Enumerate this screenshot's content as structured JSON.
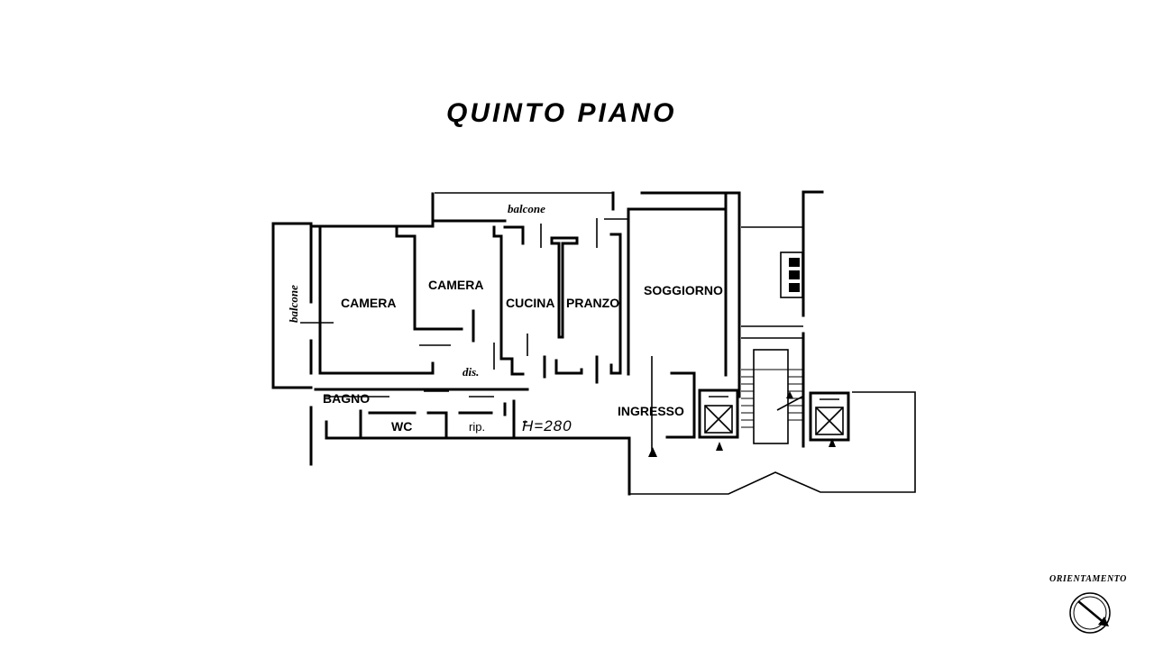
{
  "title": "QUINTO PIANO",
  "rooms": {
    "camera_1": "CAMERA",
    "camera_2": "CAMERA",
    "cucina": "CUCINA",
    "pranzo": "PRANZO",
    "soggiorno": "SOGGIORNO",
    "ingresso": "INGRESSO",
    "bagno": "BAGNO",
    "wc": "WC",
    "rip": "rip.",
    "dis": "dis."
  },
  "balcony_top": "balcone",
  "balcony_left": "balcone",
  "ceiling_height": "H=280",
  "orientation_label": "ORIENTAMENTO"
}
